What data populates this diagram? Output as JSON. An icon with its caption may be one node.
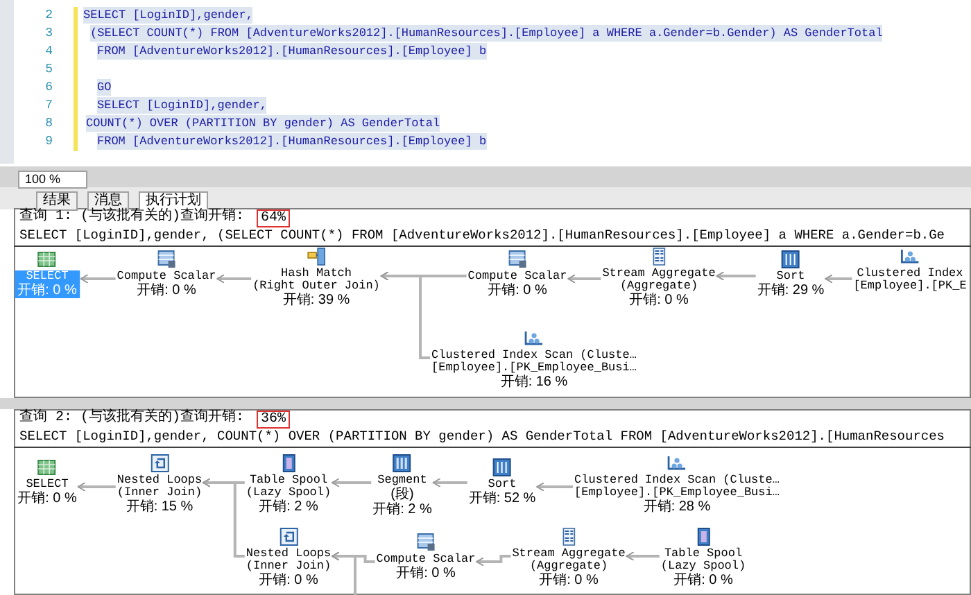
{
  "diagram": {
    "nodes": [
      {
        "text": [
          "SELECT",
          "开销: 0 %"
        ]
      },
      {
        "text": [
          "Compute Scalar",
          "开销: 0 %"
        ]
      },
      {
        "text": [
          "Hash Match",
          "(Right Outer Join)",
          "开销: 39 %"
        ]
      },
      {
        "text": [
          "Compute Scalar",
          "开销: 0 %"
        ]
      },
      {
        "text": [
          "Stream Aggregate",
          "(Aggregate)",
          "开销: 0 %"
        ]
      },
      {
        "text": [
          "Sort",
          "开销: 29 %"
        ]
      },
      {
        "text": [
          "Clustered Index",
          "[Employee].[PK_E"
        ]
      },
      {
        "text": [
          "Clustered Index Scan (Cluste…",
          "[Employee].[PK_Employee_Busi…",
          "开销: 16 %"
        ]
      },
      {
        "text": [
          "SELECT",
          "开销: 0 %"
        ]
      },
      {
        "text": [
          "Nested Loops",
          "(Inner Join)",
          "开销: 15 %"
        ]
      },
      {
        "text": [
          "Table Spool",
          "(Lazy Spool)",
          "开销: 2 %"
        ]
      },
      {
        "text": [
          "Segment",
          "(段)",
          "开销: 2 %"
        ]
      },
      {
        "text": [
          "Sort",
          "开销: 52 %"
        ]
      },
      {
        "text": [
          "Clustered Index Scan (Cluste…",
          "[Employee].[PK_Employee_Busi…",
          "开销: 28 %"
        ]
      },
      {
        "text": [
          "Nested Loops",
          "(Inner Join)",
          "开销: 0 %"
        ]
      },
      {
        "text": [
          "Compute Scalar",
          "开销: 0 %"
        ]
      },
      {
        "text": [
          "Stream Aggregate",
          "(Aggregate)",
          "开销: 0 %"
        ]
      },
      {
        "text": [
          "Table Spool",
          "(Lazy Spool)",
          "开销: 0 %"
        ]
      }
    ],
    "edges": [
      {
        "from": 1,
        "to": 0,
        "arrow": "to"
      },
      {
        "from": 2,
        "to": 1,
        "arrow": "to"
      },
      {
        "from": 3,
        "to": 2,
        "arrow": "to"
      },
      {
        "from": 4,
        "to": 3,
        "arrow": "to"
      },
      {
        "from": 5,
        "to": 4,
        "arrow": "to"
      },
      {
        "from": 6,
        "to": 5,
        "arrow": "to"
      },
      {
        "from": 7,
        "to": 2,
        "arrow": "to"
      },
      {
        "from": 9,
        "to": 8,
        "arrow": "to"
      },
      {
        "from": 10,
        "to": 9,
        "arrow": "to"
      },
      {
        "from": 11,
        "to": 10,
        "arrow": "to"
      },
      {
        "from": 12,
        "to": 11,
        "arrow": "to"
      },
      {
        "from": 13,
        "to": 12,
        "arrow": "to"
      },
      {
        "from": 14,
        "to": 9,
        "arrow": "to"
      },
      {
        "from": 15,
        "to": 14,
        "arrow": "to"
      },
      {
        "from": 16,
        "to": 15,
        "arrow": "to"
      },
      {
        "from": 17,
        "to": 16,
        "arrow": "to"
      },
      {
        "from": null,
        "to": 14,
        "arrow": "to"
      }
    ],
    "labels": [
      "2",
      "SELECT [LoginID],gender,",
      "3",
      "(SELECT COUNT(*) FROM [AdventureWorks2012].[HumanResources].[Employee] a WHERE a.Gender=b.Gender) AS GenderTotal",
      "4",
      "FROM [AdventureWorks2012].[HumanResources].[Employee] b",
      "5",
      "6",
      "GO",
      "7",
      "SELECT [LoginID],gender,",
      "8",
      "COUNT(*) OVER (PARTITION BY gender) AS GenderTotal",
      "9",
      "FROM [AdventureWorks2012].[HumanResources].[Employee] b",
      "100 %",
      "结果",
      "消息",
      "执行计划",
      "查询 1: (与该批有关的)查询开销:",
      "64%",
      "SELECT [LoginID],gender, (SELECT COUNT(*) FROM [AdventureWorks2012].[HumanResources].[Employee] a WHERE a.Gender=b.Ge",
      "查询 2: (与该批有关的)查询开销:",
      "36%",
      "SELECT [LoginID],gender, COUNT(*) OVER (PARTITION BY gender) AS GenderTotal FROM [AdventureWorks2012].[HumanResources"
    ]
  }
}
